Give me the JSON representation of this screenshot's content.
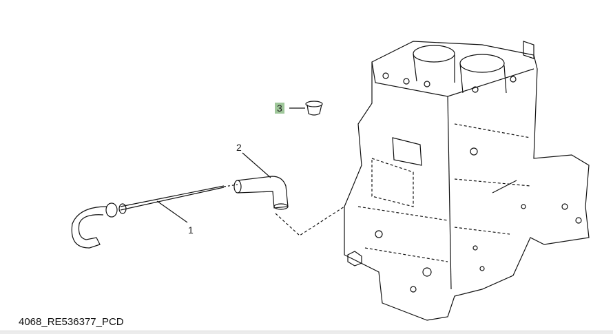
{
  "diagram": {
    "caption": "4068_RE536377_PCD",
    "callouts": [
      {
        "label": "1",
        "highlighted": false
      },
      {
        "label": "2",
        "highlighted": false
      },
      {
        "label": "3",
        "highlighted": true
      }
    ],
    "highlight_color": "#9fc79a"
  }
}
